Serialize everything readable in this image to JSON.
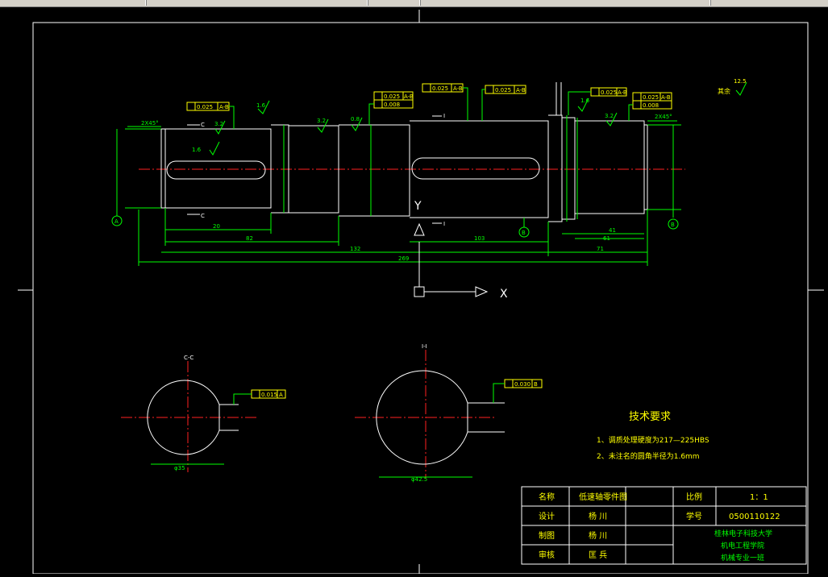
{
  "drawing": {
    "tech_req_title": "技术要求",
    "tech_req_1": "1、调质处理硬度为217—225HBS",
    "tech_req_2": "2、未注名的圆角半径为1.6mm",
    "roughness_note_text": "其余",
    "roughness_note_value": "12.5",
    "section_c_label": "C-C",
    "section_i_label": "I-I",
    "cut_c": "C",
    "cut_i": "I",
    "chamfer_left": "2X45°",
    "chamfer_right": "2X45°",
    "datum_a": "A",
    "datum_b": "B",
    "ucs_x": "X",
    "ucs_y": "Y",
    "dims": {
      "d20": "20",
      "d82": "82",
      "d132": "132",
      "d269": "269",
      "d103": "103",
      "d61": "61",
      "d71": "71",
      "d41": "41",
      "sec1_width": "φ35",
      "sec2_width": "φ42.5"
    },
    "tolerances": {
      "tol_left": "0.025",
      "tol_mid1": "0.025",
      "tol_mid2": "0.008",
      "tol_mid3": "0.025",
      "tol_mid4": "0.025",
      "tol_right1": "0.025",
      "tol_right2": "0.008",
      "tol_sec1": "0.015",
      "tol_sec2": "0.030",
      "ref_ab": "A-B",
      "ref_a": "A",
      "ref_b": "B"
    },
    "roughness": {
      "r1": "1.6",
      "r2": "3.2",
      "r3": "1.6",
      "r4": "3.2",
      "r5": "0.8",
      "r6": "1.6",
      "r7": "3.2"
    }
  },
  "title_block": {
    "name_label": "名称",
    "name_value": "低速轴零件图",
    "scale_label": "比例",
    "scale_value": "1：1",
    "design_label": "设计",
    "design_value": "杨 川",
    "id_label": "学号",
    "id_value": "0500110122",
    "draw_label": "制图",
    "draw_value": "杨 川",
    "school_line1": "桂林电子科技大学",
    "school_line2": "机电工程学院",
    "school_line3": "机械专业一班",
    "review_label": "审核",
    "review_value": "匡 兵"
  },
  "colors": {
    "background": "#000000",
    "geometry": "#ffffff",
    "dimensions": "#00ff00",
    "centerline": "#ff2020",
    "text": "#ffff00"
  }
}
